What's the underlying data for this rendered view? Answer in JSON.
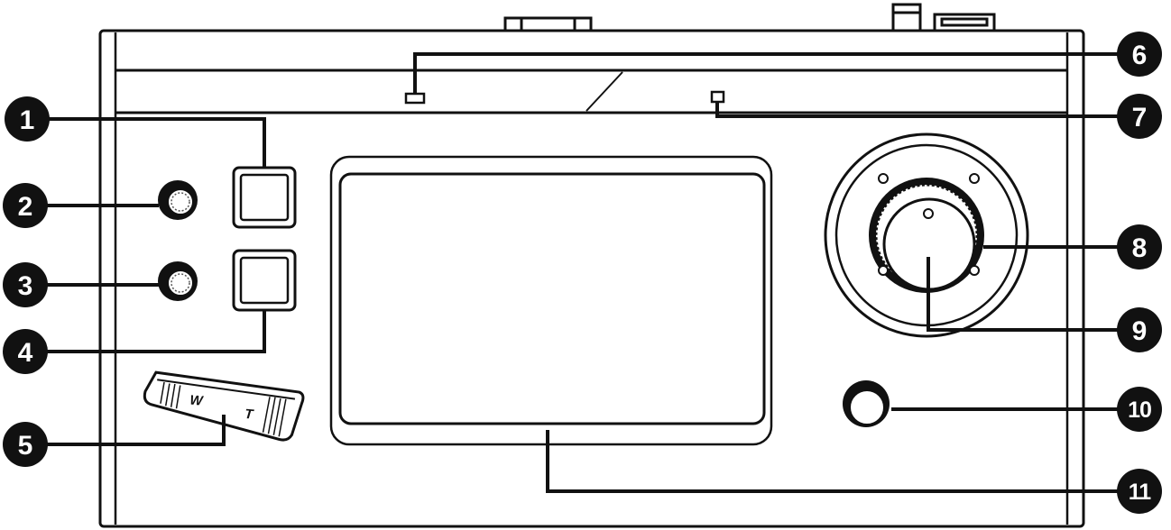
{
  "callouts": {
    "c1": "1",
    "c2": "2",
    "c3": "3",
    "c4": "4",
    "c5": "5",
    "c6": "6",
    "c7": "7",
    "c8": "8",
    "c9": "9",
    "c10": "10",
    "c11": "11"
  },
  "zoom_lever": {
    "wide_label": "W",
    "tele_label": "T"
  }
}
